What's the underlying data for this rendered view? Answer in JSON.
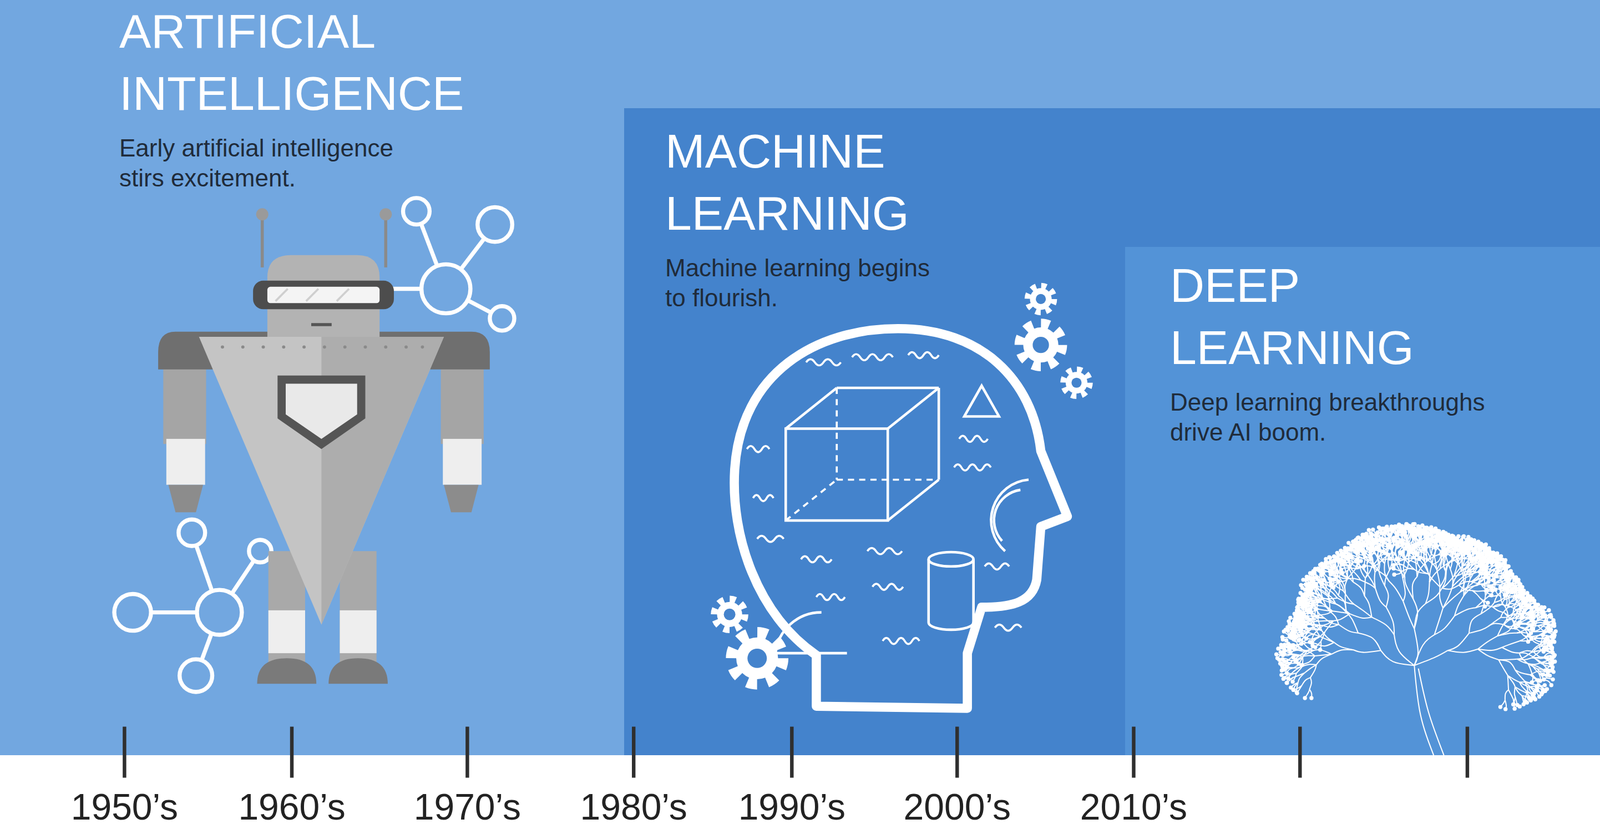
{
  "diagram": {
    "nodes": [
      {
        "text": [
          "ARTIFICIAL INTELLIGENCE",
          "Early artificial intelligence stirs excitement."
        ]
      },
      {
        "text": [
          "MACHINE LEARNING",
          "Machine learning begins to flourish."
        ],
        "in": 0
      },
      {
        "text": [
          "DEEP LEARNING",
          "Deep learning breakthroughs drive AI boom."
        ],
        "in": 1
      }
    ],
    "labels": [
      "1950’s",
      "1960’s",
      "1970’s",
      "1980’s",
      "1990’s",
      "2000’s",
      "2010’s"
    ]
  }
}
